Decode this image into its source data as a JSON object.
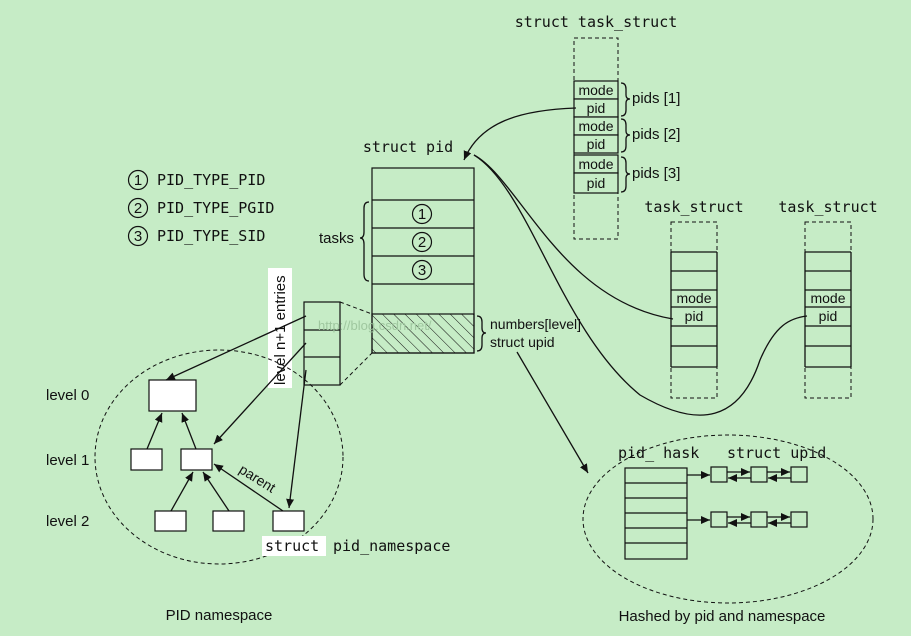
{
  "legend": [
    {
      "num": "1",
      "label": "PID_TYPE_PID"
    },
    {
      "num": "2",
      "label": "PID_TYPE_PGID"
    },
    {
      "num": "3",
      "label": "PID_TYPE_SID"
    }
  ],
  "task_struct_top": {
    "title": "struct task_struct",
    "rows": [
      {
        "mode": "mode",
        "pid": "pid",
        "label": "pids [1]"
      },
      {
        "mode": "mode",
        "pid": "pid",
        "label": "pids [2]"
      },
      {
        "mode": "mode",
        "pid": "pid",
        "label": "pids [3]"
      }
    ]
  },
  "task_struct_mid": {
    "title": "task_struct",
    "mode": "mode",
    "pid": "pid"
  },
  "task_struct_right": {
    "title": "task_struct",
    "mode": "mode",
    "pid": "pid"
  },
  "struct_pid": {
    "title": "struct pid",
    "tasks_label": "tasks",
    "slots": [
      "1",
      "2",
      "3"
    ],
    "numbers_label": "numbers[level]",
    "upid_label": "struct upid"
  },
  "level_entries_label": "level n+1 entries",
  "namespace": {
    "levels": [
      "level 0",
      "level 1",
      "level 2"
    ],
    "parent_label": "parent",
    "struct_prefix": "struct",
    "struct_name": "pid_namespace",
    "caption": "PID namespace"
  },
  "hash": {
    "title": "pid_ hask",
    "upid_title": "struct upid",
    "caption": "Hashed by pid and namespace"
  },
  "watermark": "http://blog.csdn.net/"
}
